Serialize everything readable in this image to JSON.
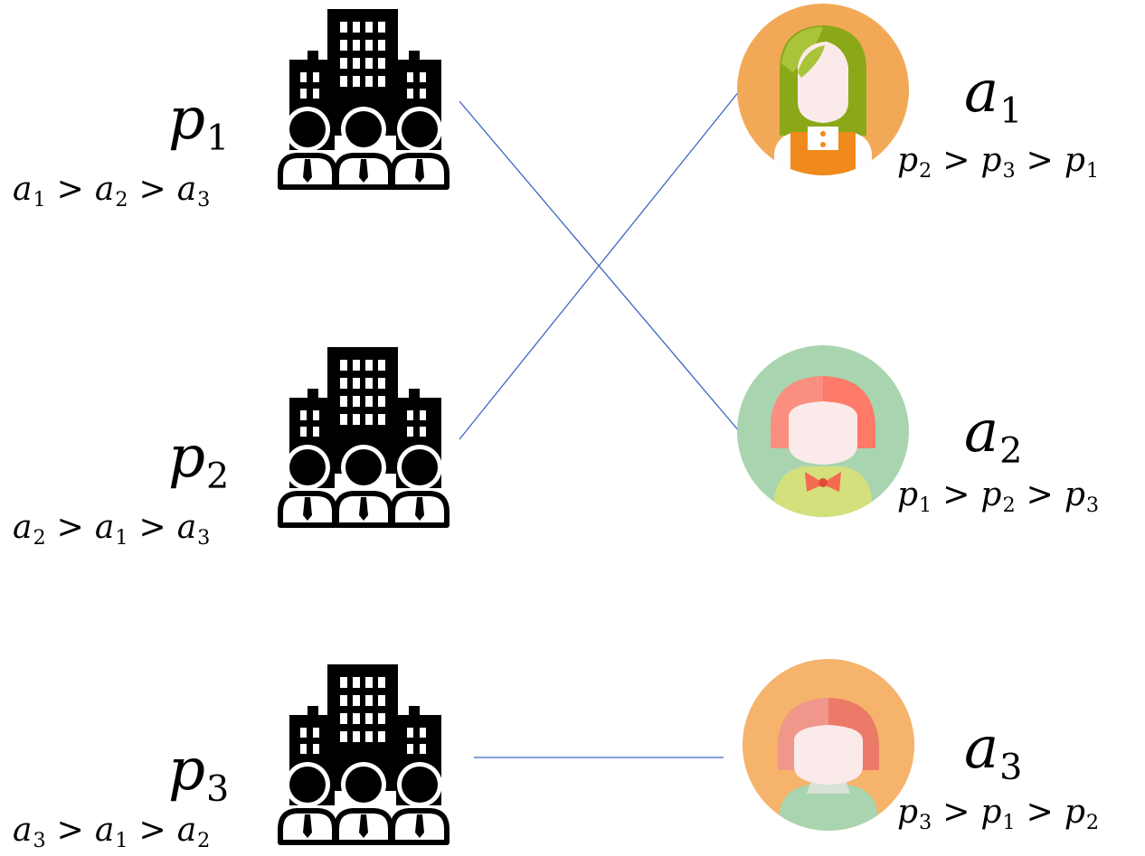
{
  "colors": {
    "edge": "#3a66c2",
    "icon": "#000000",
    "avatar_bg": [
      "#f2a957",
      "#a8d5b0",
      "#f5b36b"
    ]
  },
  "proposers": [
    {
      "name": "p",
      "index": "1",
      "icon": "company-building-icon",
      "preference": [
        {
          "n": "a",
          "i": "1"
        },
        {
          "n": "a",
          "i": "2"
        },
        {
          "n": "a",
          "i": "3"
        }
      ]
    },
    {
      "name": "p",
      "index": "2",
      "icon": "company-building-icon",
      "preference": [
        {
          "n": "a",
          "i": "2"
        },
        {
          "n": "a",
          "i": "1"
        },
        {
          "n": "a",
          "i": "3"
        }
      ]
    },
    {
      "name": "p",
      "index": "3",
      "icon": "company-building-icon",
      "preference": [
        {
          "n": "a",
          "i": "3"
        },
        {
          "n": "a",
          "i": "1"
        },
        {
          "n": "a",
          "i": "2"
        }
      ]
    }
  ],
  "acceptors": [
    {
      "name": "a",
      "index": "1",
      "icon": "applicant-avatar-icon",
      "preference": [
        {
          "n": "p",
          "i": "2"
        },
        {
          "n": "p",
          "i": "3"
        },
        {
          "n": "p",
          "i": "1"
        }
      ]
    },
    {
      "name": "a",
      "index": "2",
      "icon": "applicant-avatar-icon",
      "preference": [
        {
          "n": "p",
          "i": "1"
        },
        {
          "n": "p",
          "i": "2"
        },
        {
          "n": "p",
          "i": "3"
        }
      ]
    },
    {
      "name": "a",
      "index": "3",
      "icon": "applicant-avatar-icon",
      "preference": [
        {
          "n": "p",
          "i": "3"
        },
        {
          "n": "p",
          "i": "1"
        },
        {
          "n": "p",
          "i": "2"
        }
      ]
    }
  ],
  "separator": ">",
  "matching": [
    {
      "proposer": "p1",
      "acceptor": "a2"
    },
    {
      "proposer": "p2",
      "acceptor": "a1"
    },
    {
      "proposer": "p3",
      "acceptor": "a3"
    }
  ]
}
